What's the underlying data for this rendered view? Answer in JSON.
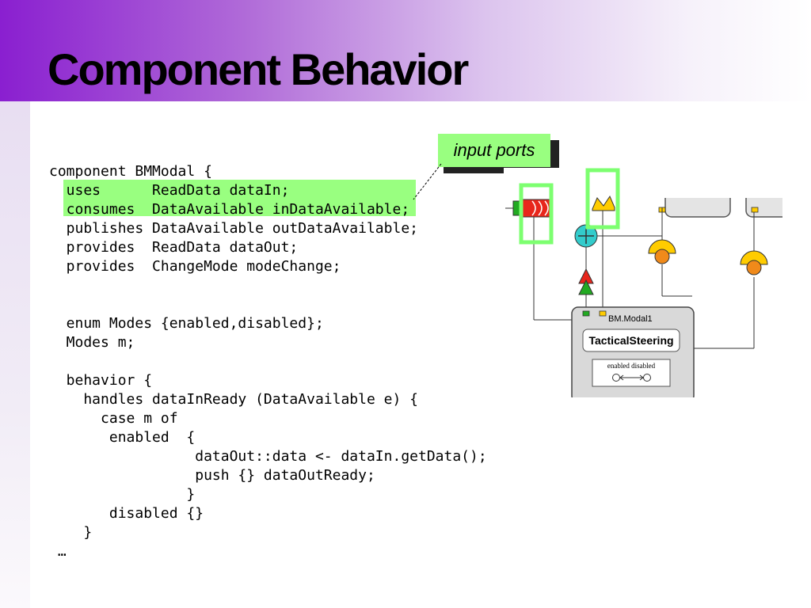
{
  "slide": {
    "title": "Component Behavior",
    "callout": "input ports",
    "code_lines": [
      "component BMModal {",
      "  uses      ReadData dataIn;",
      "  consumes  DataAvailable inDataAvailable;",
      "  publishes DataAvailable outDataAvailable;",
      "  provides  ReadData dataOut;",
      "  provides  ChangeMode modeChange;",
      "",
      "",
      "  enum Modes {enabled,disabled};",
      "  Modes m;",
      "",
      "  behavior {",
      "    handles dataInReady (DataAvailable e) {",
      "      case m of",
      "       enabled  {",
      "                 dataOut::data <- dataIn.getData();",
      "                 push {} dataOutReady;",
      "                }",
      "       disabled {}",
      "    }",
      " …"
    ]
  },
  "diagram": {
    "component_name": "BM.Modal1",
    "component_label": "TacticalSteering",
    "mode_states": "enabled disabled"
  },
  "colors": {
    "accent": "#8a1fd0",
    "highlight": "#99ff80",
    "port_outline": "#7dff70",
    "receptacle_red": "#e8261c",
    "facet_orange": "#f08a1a",
    "facet_yellow": "#ffcc00",
    "teal": "#33cccc",
    "green": "#22aa22"
  }
}
